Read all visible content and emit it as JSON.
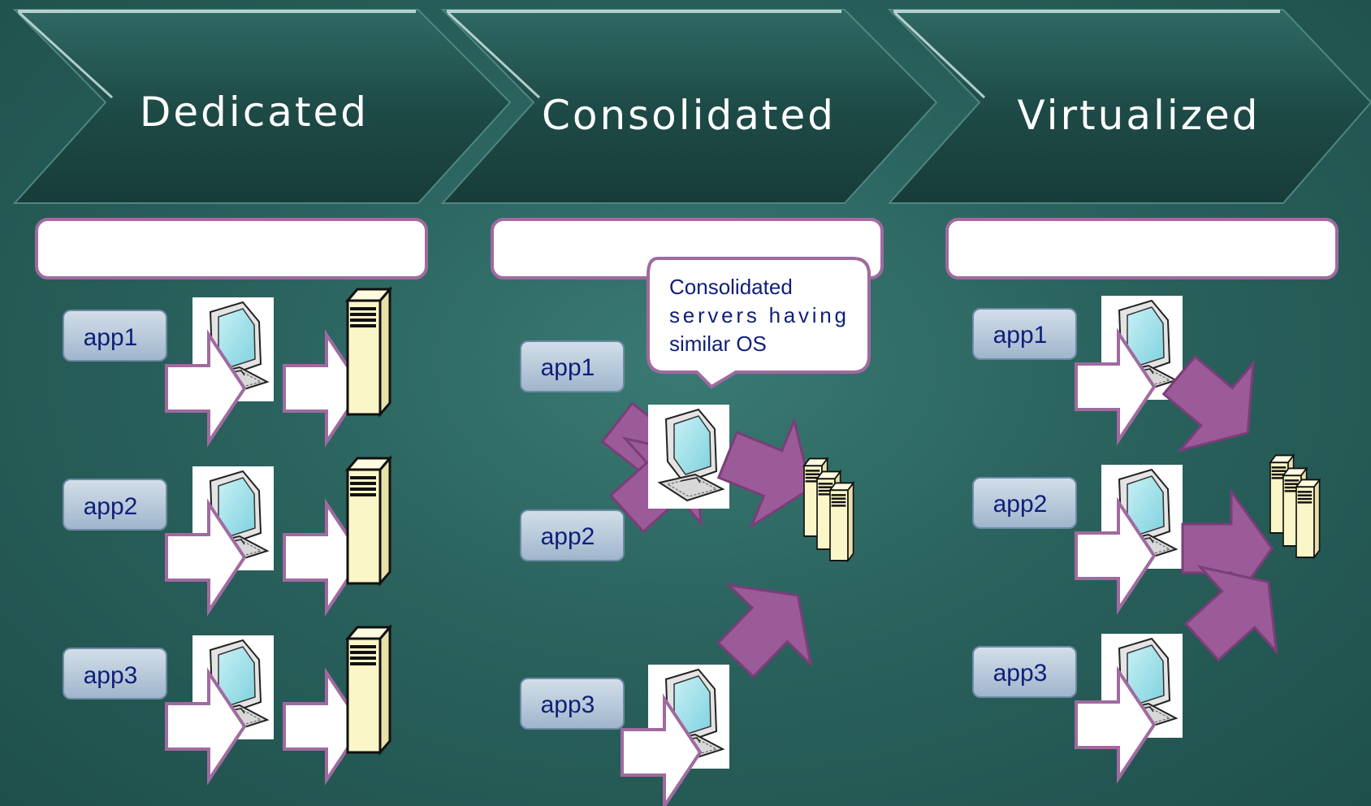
{
  "stages": [
    {
      "title": "Dedicated",
      "apps": [
        "app1",
        "app2",
        "app3"
      ]
    },
    {
      "title": "Consolidated",
      "apps": [
        "app1",
        "app2",
        "app3"
      ]
    },
    {
      "title": "Virtualized",
      "apps": [
        "app1",
        "app2",
        "app3"
      ]
    }
  ],
  "callout": {
    "lines": [
      "Consolidated",
      "servers having",
      "similar OS"
    ]
  },
  "colors": {
    "background": "#2a625d",
    "chevron": "#1d4b47",
    "arrow_purple": "#9b5a98",
    "arrow_white": "#ffffff",
    "outline": "#a06aa0",
    "server": "#fbf6c8",
    "app_box": "#b7c8da"
  }
}
